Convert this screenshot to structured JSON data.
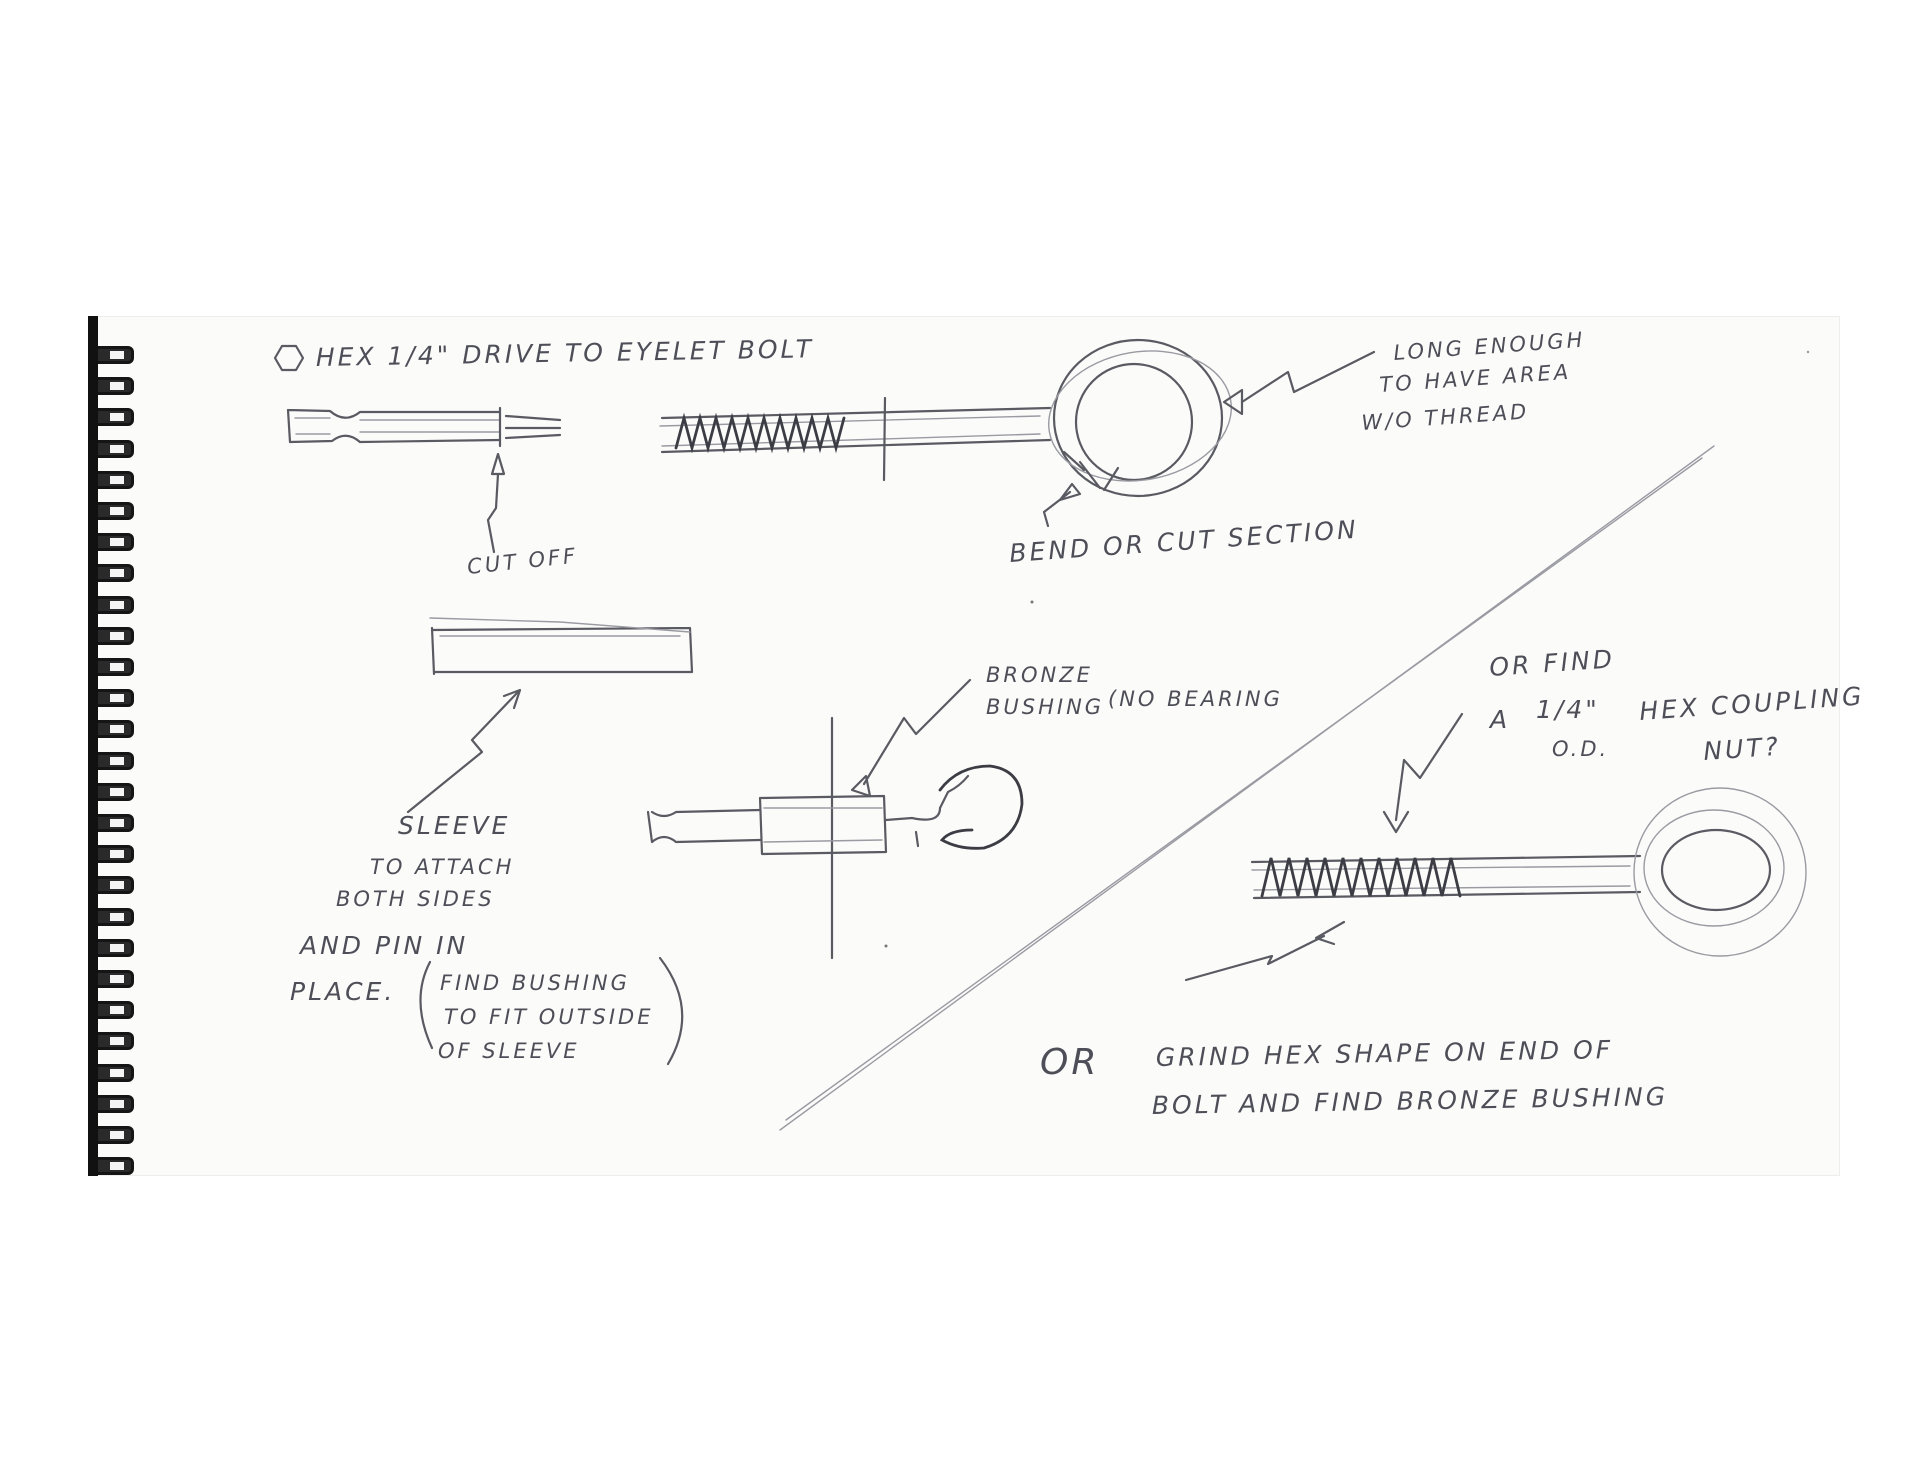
{
  "sketch": {
    "title": "HEX 1/4\" DRIVE TO EYELET BOLT",
    "labels": {
      "cut_off": "CUT OFF",
      "long_enough_1": "LONG ENOUGH",
      "long_enough_2": "TO HAVE AREA",
      "long_enough_3": "W/O THREAD",
      "bend_cut": "BEND OR CUT SECTION",
      "bronze_1": "BRONZE",
      "bronze_2": "BUSHING",
      "no_bearing": "(NO BEARING",
      "sleeve_1": "SLEEVE",
      "sleeve_2": "TO ATTACH",
      "sleeve_3": "BOTH SIDES",
      "pin_1": "AND PIN IN",
      "pin_2": "PLACE.",
      "find_1": "FIND BUSHING",
      "find_2": "TO FIT OUTSIDE",
      "find_3": "OF SLEEVE",
      "or_find": "OR FIND",
      "a_label": "A",
      "quarter": "1/4\"",
      "od": "O.D.",
      "hex_coupling": "HEX COUPLING",
      "nut": "NUT?",
      "or_big": "OR",
      "grind_1": "GRIND HEX SHAPE ON END OF",
      "grind_2": "BOLT AND FIND BRONZE BUSHING"
    }
  }
}
